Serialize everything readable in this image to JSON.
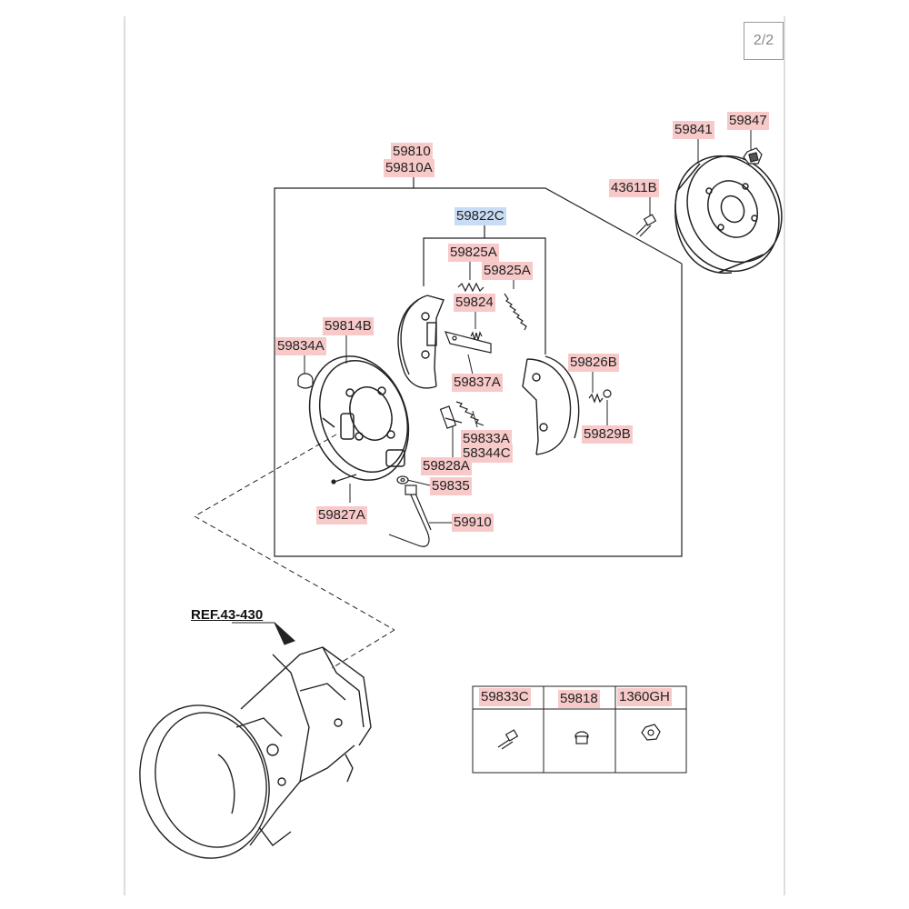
{
  "page_indicator": "2/2",
  "reference": "REF.43-430",
  "selected_part": "59822C",
  "parts": {
    "p59810": "59810",
    "p59810A": "59810A",
    "p59822C": "59822C",
    "p59825A_1": "59825A",
    "p59825A_2": "59825A",
    "p59824": "59824",
    "p59837A": "59837A",
    "p59814B": "59814B",
    "p59834A": "59834A",
    "p59826B": "59826B",
    "p59829B": "59829B",
    "p59833A": "59833A",
    "p58344C": "58344C",
    "p59828A": "59828A",
    "p59835": "59835",
    "p59827A": "59827A",
    "p59910": "59910",
    "p59841": "59841",
    "p59847": "59847",
    "p43611B": "43611B"
  },
  "parts_table": {
    "headers": [
      "59833C",
      "59818",
      "1360GH"
    ]
  },
  "colors": {
    "label_bg": "#f7c9c9",
    "selected_bg": "#c9dcf5",
    "line": "#222222"
  }
}
